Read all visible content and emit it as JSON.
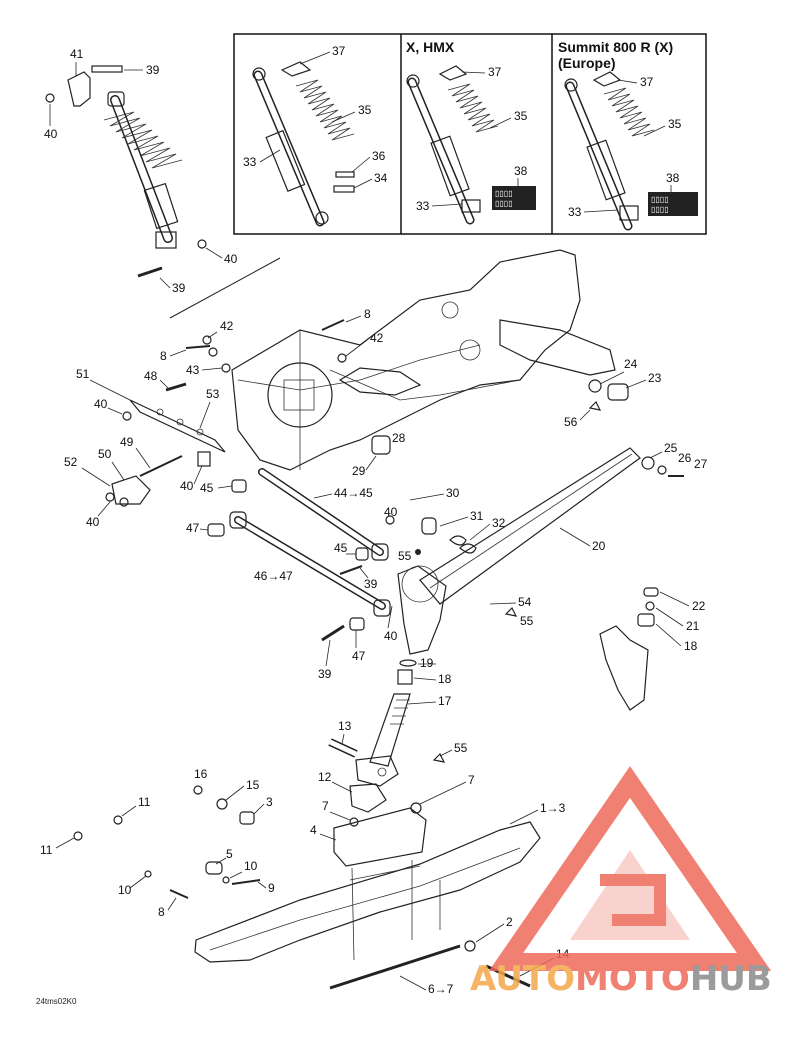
{
  "inset": {
    "header_x_hmx": "X, HMX",
    "header_summit_line1": "Summit 800 R (X)",
    "header_summit_line2": "(Europe)"
  },
  "callouts": {
    "c37a": "37",
    "c35a": "35",
    "c33a": "33",
    "c36": "36",
    "c34": "34",
    "c37b": "37",
    "c35b": "35",
    "c38b": "38",
    "c33b": "33",
    "c37c": "37",
    "c35c": "35",
    "c38c": "38",
    "c33c": "33",
    "c41": "41",
    "c39a": "39",
    "c40a": "40",
    "c40b": "40",
    "c39b": "39",
    "c8a": "8",
    "c42a": "42",
    "c42b": "42",
    "c8b": "8",
    "c43": "43",
    "c51": "51",
    "c48": "48",
    "c40c": "40",
    "c53": "53",
    "c49": "49",
    "c50": "50",
    "c52": "52",
    "c40d": "40",
    "c40e": "40",
    "c45a": "45",
    "c44_45": "44→45",
    "c28": "28",
    "c29": "29",
    "c30": "30",
    "c24": "24",
    "c23": "23",
    "c56": "56",
    "c25": "25",
    "c26": "26",
    "c27": "27",
    "c20": "20",
    "c31": "31",
    "c32": "32",
    "c40f": "40",
    "c55a": "55",
    "c47a": "47",
    "c45b": "45",
    "c46_47": "46→47",
    "c39c": "39",
    "c54": "54",
    "c55b": "55",
    "c40g": "40",
    "c47b": "47",
    "c39d": "39",
    "c22": "22",
    "c21": "21",
    "c18a": "18",
    "c19": "19",
    "c18b": "18",
    "c17": "17",
    "c13": "13",
    "c55c": "55",
    "c12": "12",
    "c7a": "7",
    "c7b": "7",
    "c4": "4",
    "c1_3": "1→3",
    "c16": "16",
    "c15": "15",
    "c3": "3",
    "c11a": "11",
    "c11b": "11",
    "c5": "5",
    "c10a": "10",
    "c10b": "10",
    "c9": "9",
    "c8c": "8",
    "c2": "2",
    "c14": "14",
    "c6_7": "6→7"
  },
  "drawing_code": "24tms02K0",
  "watermark": {
    "part1": "AUTO",
    "part2": "MOTO",
    "part3": "HUB",
    "color_auto": "#f4a84a",
    "color_moto": "#ee6a5a",
    "color_hub": "#8a8a8a",
    "logo_color": "#ee6a5a"
  }
}
